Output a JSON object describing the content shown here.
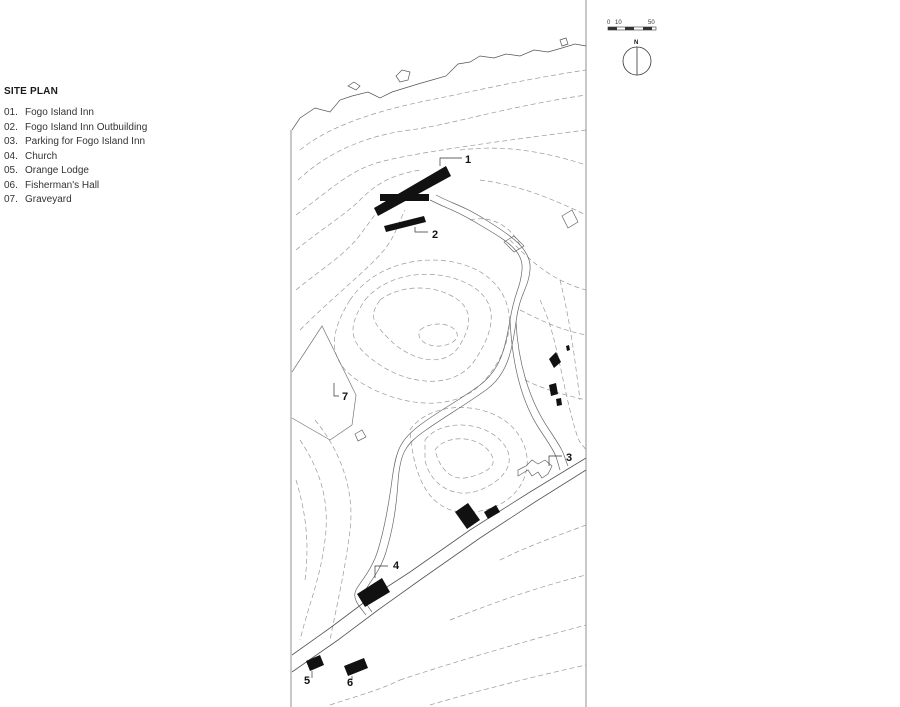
{
  "legend": {
    "title": "SITE PLAN",
    "items": [
      {
        "num": "01.",
        "label": "Fogo Island Inn"
      },
      {
        "num": "02.",
        "label": "Fogo Island Inn Outbuilding"
      },
      {
        "num": "03.",
        "label": "Parking for Fogo Island Inn"
      },
      {
        "num": "04.",
        "label": "Church"
      },
      {
        "num": "05.",
        "label": "Orange Lodge"
      },
      {
        "num": "06.",
        "label": "Fisherman's Hall"
      },
      {
        "num": "07.",
        "label": "Graveyard"
      }
    ]
  },
  "scale_bar": {
    "labels": [
      "0",
      "10",
      "50"
    ]
  },
  "north_arrow": {
    "label": "N"
  },
  "map_labels": {
    "l1": "1",
    "l2": "2",
    "l3": "3",
    "l4": "4",
    "l5": "5",
    "l6": "6",
    "l7": "7"
  }
}
